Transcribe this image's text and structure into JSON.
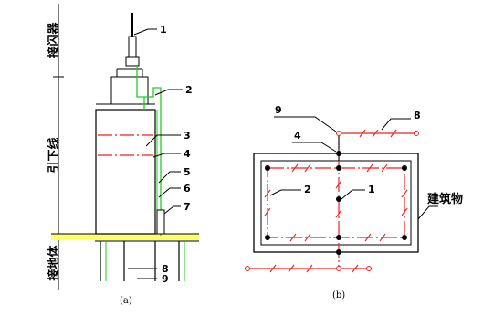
{
  "left_panel": {
    "zone_labels": {
      "air_terminal": "接闪器",
      "down_conductor": "引下线",
      "earthing": "接地体"
    },
    "callouts": [
      "1",
      "2",
      "3",
      "4",
      "5",
      "6",
      "7",
      "8",
      "9"
    ],
    "caption": "(a)"
  },
  "right_panel": {
    "callouts": {
      "n9": "9",
      "n8": "8",
      "n4": "4",
      "n1": "1",
      "n2": "2"
    },
    "building_label": "建筑物",
    "caption": "(b)"
  },
  "colors": {
    "steel": "#000000",
    "conductor_green": "#22cc22",
    "rebar_red": "#ee2222",
    "ground_yellow": "#ffff66"
  }
}
